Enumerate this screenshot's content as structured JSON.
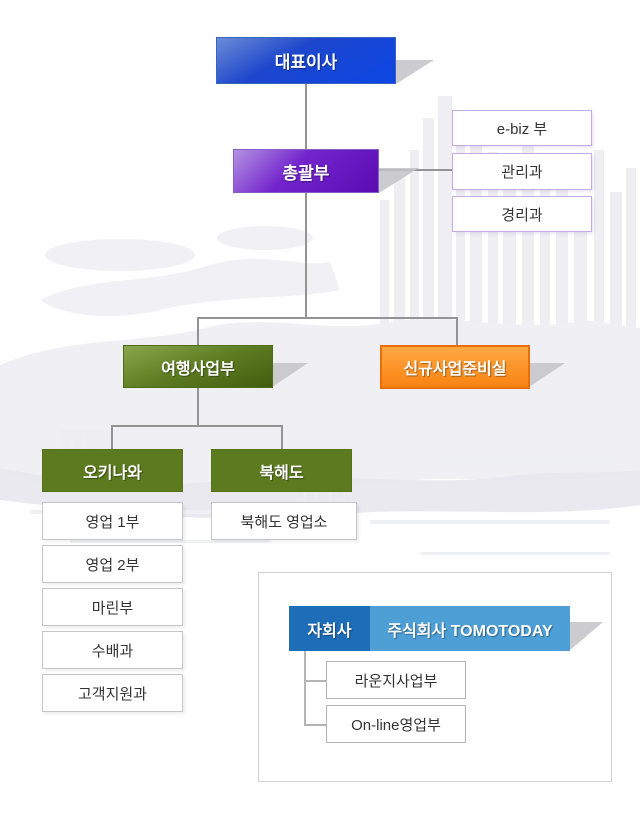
{
  "org_chart": {
    "ceo": {
      "label": "대표이사"
    },
    "general_division": {
      "label": "총괄부"
    },
    "general_departments": [
      {
        "label": "e-biz 부"
      },
      {
        "label": "관리과"
      },
      {
        "label": "경리과"
      }
    ],
    "travel_division": {
      "label": "여행사업부"
    },
    "new_business_office": {
      "label": "신규사업준비실"
    },
    "okinawa_branch": {
      "label": "오키나와",
      "departments": [
        {
          "label": "영업 1부"
        },
        {
          "label": "영업 2부"
        },
        {
          "label": "마린부"
        },
        {
          "label": "수배과"
        },
        {
          "label": "고객지원과"
        }
      ]
    },
    "hokkaido_branch": {
      "label": "북해도",
      "departments": [
        {
          "label": "북해도 영업소"
        }
      ]
    },
    "subsidiary": {
      "tag": "자회사",
      "company": "주식회사 TOMOTODAY",
      "departments": [
        {
          "label": "라운지사업부"
        },
        {
          "label": "On-line영업부"
        }
      ]
    }
  },
  "colors": {
    "ceo_blue": "#1d46cc",
    "general_purple": "#7324cd",
    "travel_green": "#5d7c21",
    "branch_olive": "#5c7a1e",
    "new_business_orange": "#f88312",
    "new_business_border": "#e96f0b",
    "subsidiary_dark_blue": "#1e6db8",
    "subsidiary_light_blue": "#4d9fd6",
    "side_box_border": "#c7a9e6",
    "connector_gray": "#949494"
  }
}
